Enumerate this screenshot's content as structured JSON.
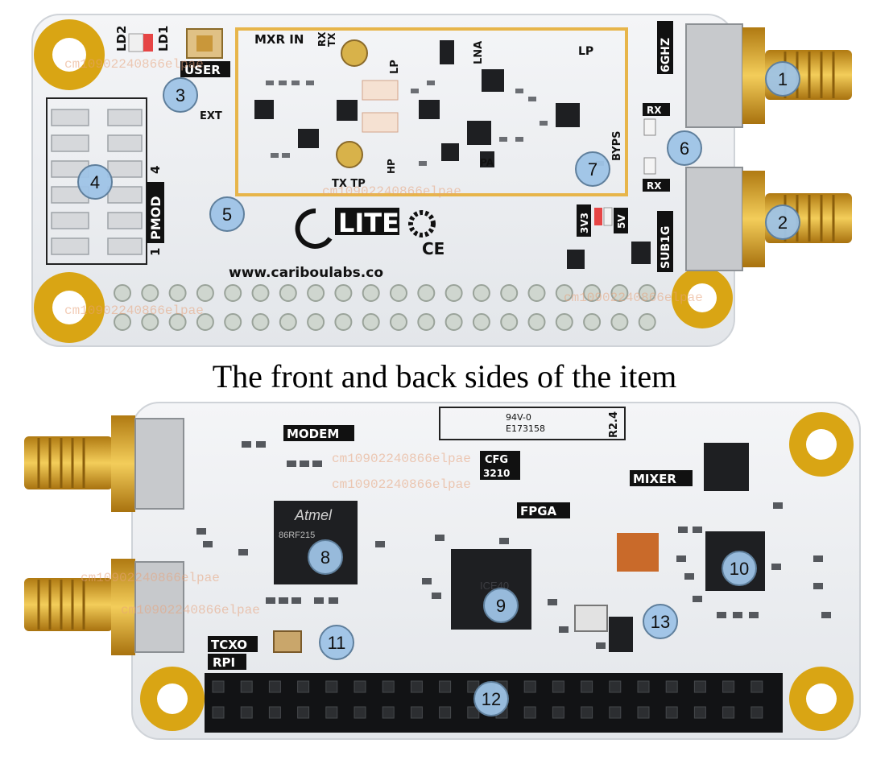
{
  "caption": "The front and back sides of the item",
  "front": {
    "labels": {
      "ld2": "LD2",
      "ld1": "LD1",
      "user": "USER",
      "mxr_in": "MXR IN",
      "rx": "RX",
      "tx": "TX",
      "lna": "LNA",
      "lp_a": "LP",
      "lp_b": "LP",
      "hp": "HP",
      "pa": "PA",
      "tx_tp": "TX TP",
      "ext": "EXT",
      "pmod": "PMOD",
      "pmod_n": "4",
      "pmod_1": "1",
      "byps": "BYPS",
      "ghz6": "6GHZ",
      "sub1g": "SUB1G",
      "rx_led1": "RX",
      "rx_led2": "RX",
      "v33": "3V3",
      "v5": "5V",
      "logo": "LITE",
      "ce": "CE",
      "url": "www.cariboulabs.co"
    },
    "markers": [
      "1",
      "2",
      "3",
      "4",
      "5",
      "6",
      "7"
    ]
  },
  "back": {
    "labels": {
      "modem": "MODEM",
      "cfg": "CFG",
      "cfg_bits": "3210",
      "fpga": "FPGA",
      "mixer": "MIXER",
      "tcxo": "TCXO",
      "rpi": "RPI",
      "ul": "94V-0",
      "ul_num": "E173158",
      "rev": "R2.4",
      "atmel": "Atmel",
      "atmel_part": "86RF215",
      "fpga_chip": "ICE40"
    },
    "markers": [
      "8",
      "9",
      "10",
      "11",
      "12",
      "13"
    ]
  },
  "watermark": "cm10902240866elpae",
  "colors": {
    "pcb": "#eef0f2",
    "pad_gold": "#d9a514",
    "gold": "#c8961e",
    "copper": "#d8b24a",
    "chip": "#1e1f22",
    "marker": "#9ec3e6"
  }
}
